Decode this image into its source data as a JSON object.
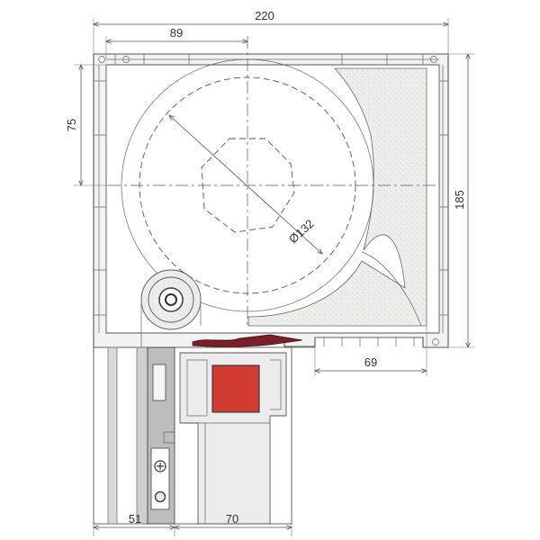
{
  "dimensions": {
    "total_width": "220",
    "axis_offset": "89",
    "axis_height": "75",
    "total_height": "185",
    "diameter": "Ø132",
    "inner_width": "69",
    "bottom_left": "51",
    "bottom_right": "70"
  },
  "colors": {
    "seal_red": "#d23b32",
    "gasket_maroon": "#7a1e2a",
    "insulation_fill": "#ededeb",
    "line": "#555555"
  }
}
